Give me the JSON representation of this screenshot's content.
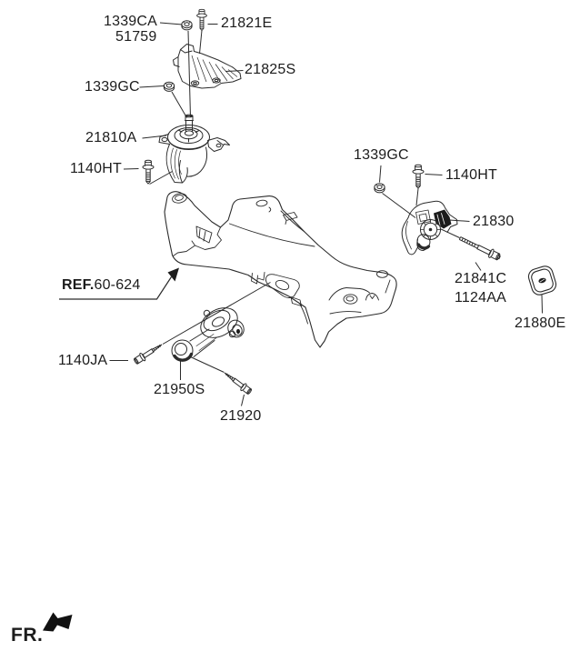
{
  "page": {
    "background": "#ffffff",
    "line_color": "#2b2b2b",
    "text_color": "#1c1c1c",
    "shade_color": "#1c1c1c"
  },
  "labels": [
    {
      "id": "1339CA",
      "text": "1339CA"
    },
    {
      "id": "51759",
      "text": "51759"
    },
    {
      "id": "21821E",
      "text": "21821E"
    },
    {
      "id": "21825S",
      "text": "21825S"
    },
    {
      "id": "1339GC-left",
      "text": "1339GC"
    },
    {
      "id": "21810A",
      "text": "21810A"
    },
    {
      "id": "1140HT-left",
      "text": "1140HT"
    },
    {
      "id": "1339GC-right",
      "text": "1339GC"
    },
    {
      "id": "1140HT-right",
      "text": "1140HT"
    },
    {
      "id": "21830",
      "text": "21830"
    },
    {
      "id": "21841C",
      "text": "21841C"
    },
    {
      "id": "1124AA",
      "text": "1124AA"
    },
    {
      "id": "21880E",
      "text": "21880E"
    },
    {
      "id": "1140JA",
      "text": "1140JA"
    },
    {
      "id": "21950S",
      "text": "21950S"
    },
    {
      "id": "21920",
      "text": "21920"
    }
  ],
  "ref_callout": {
    "prefix": "REF.",
    "number": "60-624"
  },
  "front_marker": {
    "text": "FR."
  }
}
